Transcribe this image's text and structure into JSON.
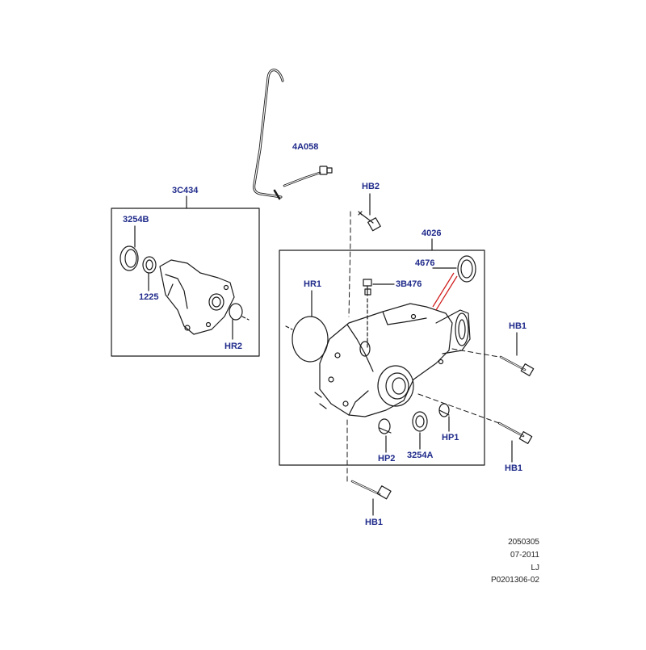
{
  "callouts": {
    "c_4a058": "4A058",
    "c_3c434": "3C434",
    "c_3254b": "3254B",
    "c_1225": "1225",
    "c_hr2": "HR2",
    "c_hb2": "HB2",
    "c_4026": "4026",
    "c_4676": "4676",
    "c_hr1": "HR1",
    "c_3b476": "3B476",
    "c_hb1_right": "HB1",
    "c_hb1_lower_right": "HB1",
    "c_hp1": "HP1",
    "c_3254a": "3254A",
    "c_hp2": "HP2",
    "c_hb1_bottom": "HB1"
  },
  "footer": {
    "line1": "2050305",
    "line2": "07-2011",
    "line3": "LJ",
    "line4": "P0201306-02"
  },
  "colors": {
    "callout_text": "#1f2a8a",
    "line_art": "#1a1a1a",
    "leader_red": "#d01818",
    "background": "#ffffff"
  }
}
